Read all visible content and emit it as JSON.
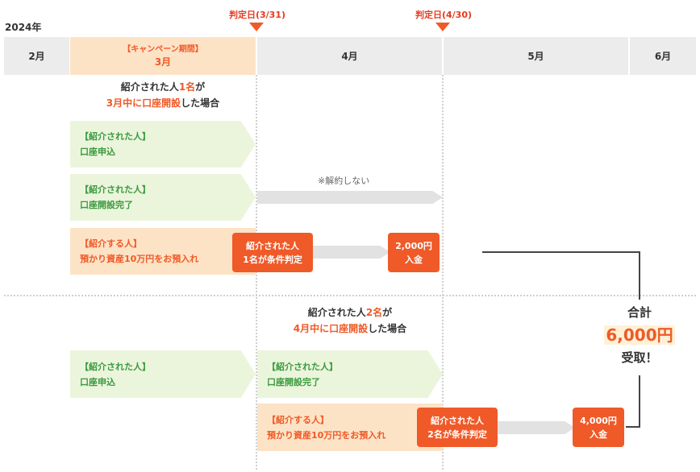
{
  "timeline": {
    "year": "2024年",
    "judgments": [
      {
        "label": "判定日(3/31)"
      },
      {
        "label": "判定日(4/30)"
      }
    ],
    "months": [
      {
        "label": "2月"
      },
      {
        "campaign_label": "【キャンペーン期間】",
        "label": "3月"
      },
      {
        "label": "4月"
      },
      {
        "label": "5月"
      },
      {
        "label": "6月"
      }
    ]
  },
  "scenario1": {
    "title_line1_a": "紹介された人",
    "title_line1_hl": "1名",
    "title_line1_b": "が",
    "title_line2_a": "3月中に",
    "title_line2_hl": "口座開設",
    "title_line2_b": "した場合",
    "row1": {
      "heading": "【紹介された人】",
      "text": "口座申込"
    },
    "row2": {
      "heading": "【紹介された人】",
      "text": "口座開設完了",
      "note": "※解約しない"
    },
    "row3": {
      "heading": "【紹介する人】",
      "text": "預かり資産10万円をお預入れ",
      "judge_line1": "紹介された人",
      "judge_line2": "1名が条件判定",
      "pay_line1": "2,000円",
      "pay_line2": "入金"
    }
  },
  "scenario2": {
    "title_line1_a": "紹介された人",
    "title_line1_hl": "2名",
    "title_line1_b": "が",
    "title_line2_a": "4月中に",
    "title_line2_hl": "口座開設",
    "title_line2_b": "した場合",
    "row1": {
      "heading": "【紹介された人】",
      "text": "口座申込"
    },
    "row2": {
      "heading": "【紹介された人】",
      "text": "口座開設完了"
    },
    "row3": {
      "heading": "【紹介する人】",
      "text": "預かり資産10万円をお預入れ",
      "judge_line1": "紹介された人",
      "judge_line2": "2名が条件判定",
      "pay_line1": "4,000円",
      "pay_line2": "入金"
    }
  },
  "total": {
    "line1": "合計",
    "amount": "6,000円",
    "line3": "受取！"
  },
  "colors": {
    "accent": "#ef5a28",
    "green_text": "#3b9a3e",
    "green_bg": "#ebf5dc",
    "orange_bg": "#fde3c6",
    "month_bg": "#ececec"
  }
}
